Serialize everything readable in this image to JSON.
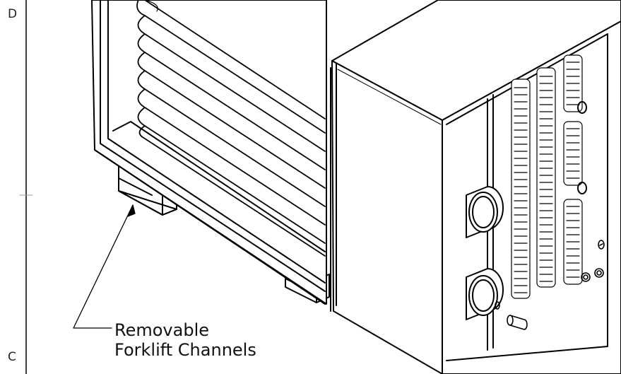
{
  "zone_labels": {
    "top": "D",
    "bottom": "C"
  },
  "callout": {
    "line1": "Removable",
    "line2": "Forklift Channels"
  }
}
